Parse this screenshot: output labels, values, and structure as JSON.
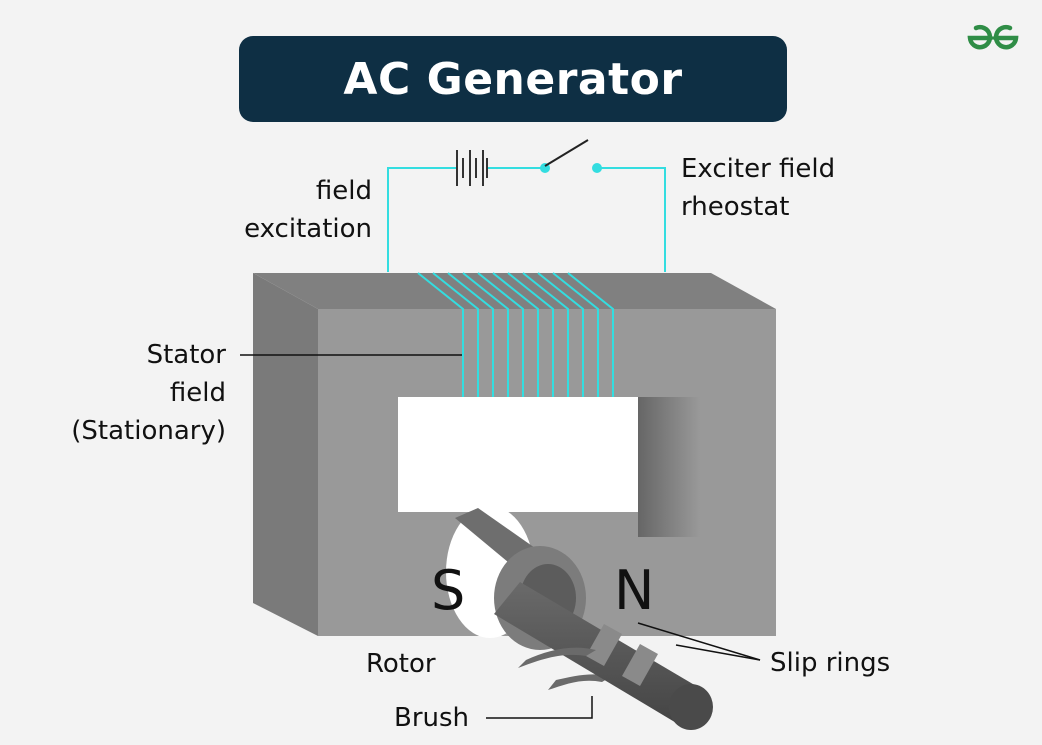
{
  "title": "AC Generator",
  "labels": {
    "field_excitation": [
      "field",
      "excitation"
    ],
    "exciter_rheostat": [
      "Exciter field",
      "rheostat"
    ],
    "stator": [
      "Stator",
      "field",
      "(Stationary)"
    ],
    "rotor": "Rotor",
    "brush": "Brush",
    "slip_rings": "Slip rings"
  },
  "poles": {
    "south": "S",
    "north": "N"
  },
  "colors": {
    "title_bg": "#0e2f44",
    "wire": "#33dde0",
    "stator_front": "#999999",
    "stator_top": "#808080",
    "stator_side": "#7a7a7a",
    "rotor": "#555555",
    "logo": "#2f8d46",
    "background": "#f3f3f3"
  },
  "logo_icon": "geeksforgeeks-logo-icon",
  "coil_turns": 11
}
